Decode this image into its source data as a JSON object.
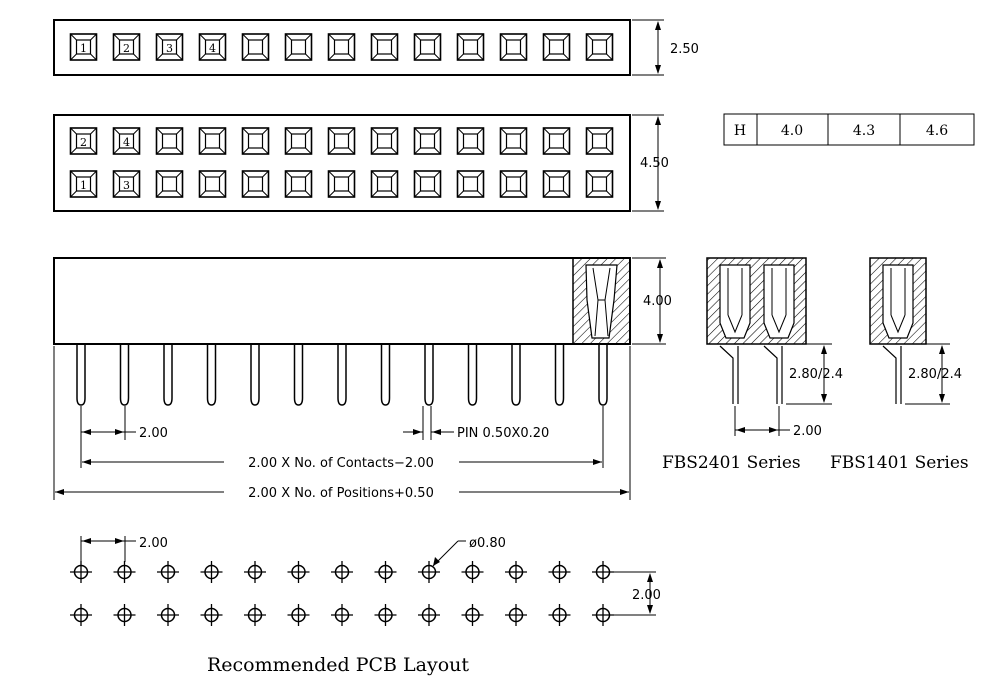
{
  "single_row": {
    "pin_labels": [
      "1",
      "2",
      "3",
      "4"
    ],
    "height_dim": "2.50"
  },
  "double_row": {
    "top_labels": [
      "2",
      "4"
    ],
    "bottom_labels": [
      "1",
      "3"
    ],
    "height_dim": "4.50"
  },
  "height_table": {
    "header": "H",
    "values": [
      "4.0",
      "4.3",
      "4.6"
    ]
  },
  "side_view": {
    "height_dim": "4.00",
    "pitch_dim": "2.00",
    "pin_note": "PIN  0.50X0.20",
    "contacts_formula": "2.00  X  No.  of  Contacts−2.00",
    "positions_formula": "2.00  X  No.  of  Positions+0.50"
  },
  "section_fbs2401": {
    "tail_dim": "2.80/2.4",
    "pitch_dim": "2.00",
    "caption": "FBS2401 Series"
  },
  "section_fbs1401": {
    "tail_dim": "2.80/2.4",
    "caption": "FBS1401 Series"
  },
  "pcb_layout": {
    "pitch_dim": "2.00",
    "hole_dim": "ø0.80",
    "row_dim": "2.00",
    "caption": "Recommended PCB Layout"
  }
}
